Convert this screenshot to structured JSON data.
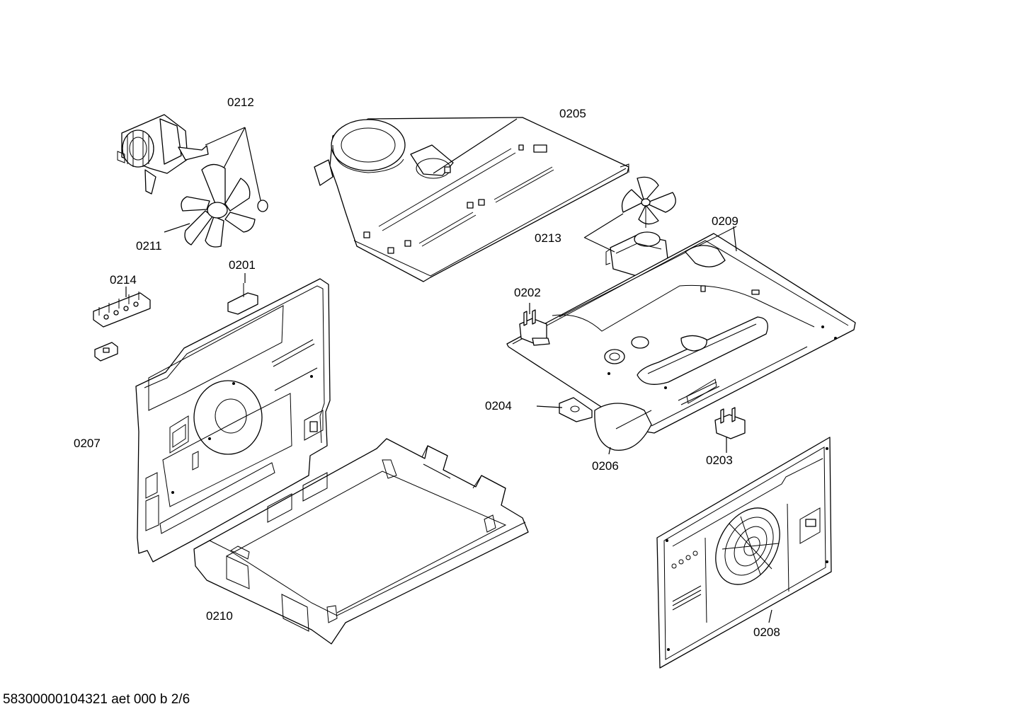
{
  "labels": {
    "p0201": "0201",
    "p0202": "0202",
    "p0203": "0203",
    "p0204": "0204",
    "p0205": "0205",
    "p0206": "0206",
    "p0207": "0207",
    "p0208": "0208",
    "p0209": "0209",
    "p0210": "0210",
    "p0211": "0211",
    "p0212": "0212",
    "p0213": "0213",
    "p0214": "0214"
  },
  "footer": "58300000104321 aet 000 b 2/6"
}
